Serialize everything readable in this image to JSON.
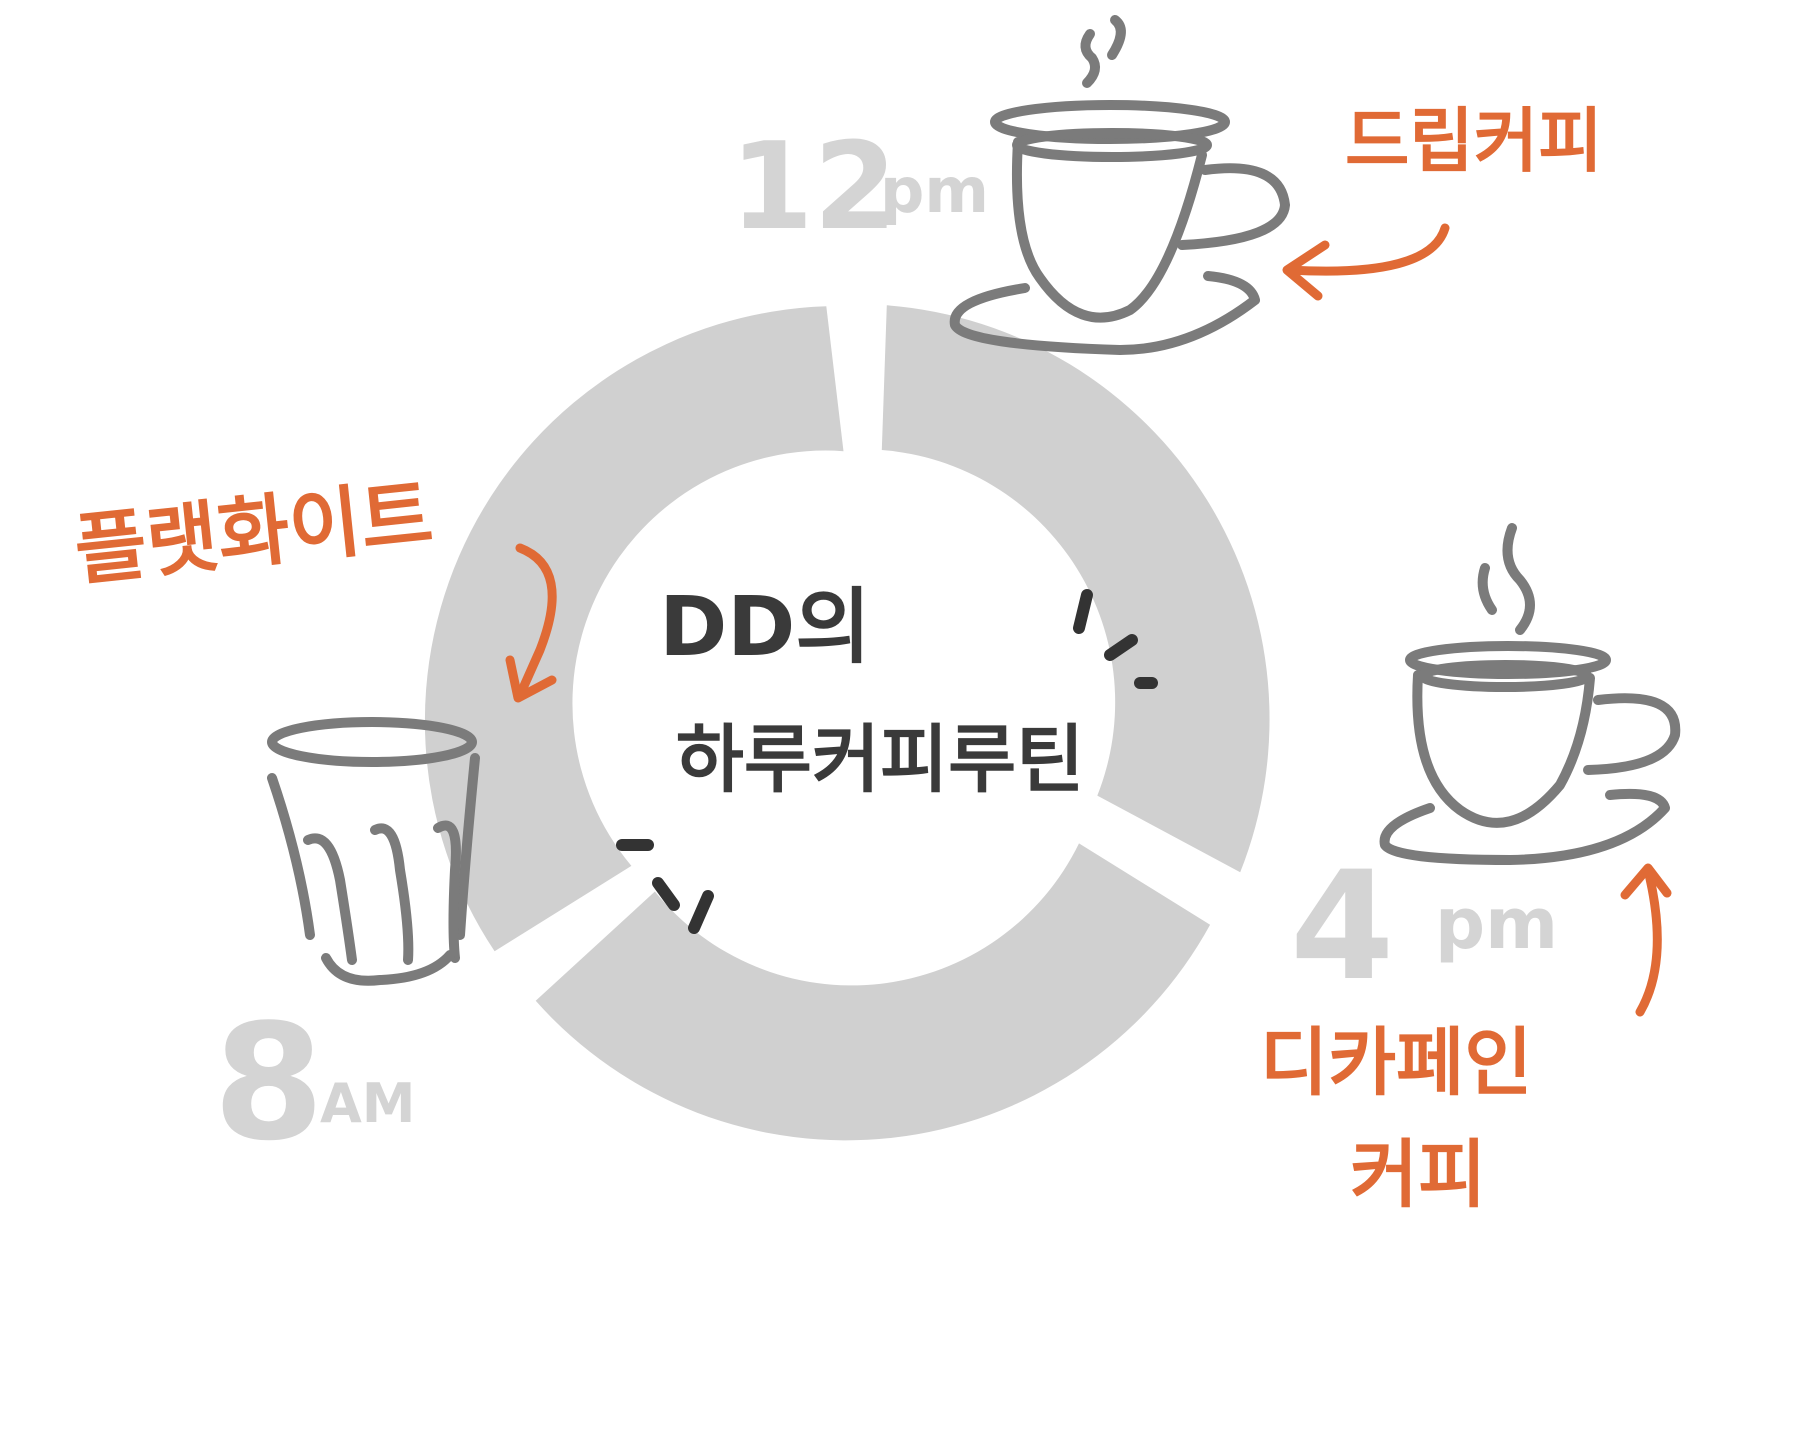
{
  "title": {
    "line1": "DD의",
    "line2": "하루커피루틴"
  },
  "times": {
    "noon": {
      "hour": "12",
      "suffix": "pm"
    },
    "afternoon": {
      "hour": "4",
      "suffix": "pm"
    },
    "morning": {
      "hour": "8",
      "suffix": "AM"
    }
  },
  "drinks": {
    "noon": "드립커피",
    "afternoon_line1": "디카페인",
    "afternoon_line2": "커피",
    "morning": "플랫화이트"
  },
  "colors": {
    "accent": "#e06a35",
    "ring": "#d0d0d0",
    "ink": "#3a3a3a",
    "cup": "#7b7b7b",
    "time": "#d4d4d4"
  },
  "icons": [
    "coffee-cup-icon",
    "coffee-cup-icon",
    "glass-cup-icon",
    "steam-icon"
  ]
}
